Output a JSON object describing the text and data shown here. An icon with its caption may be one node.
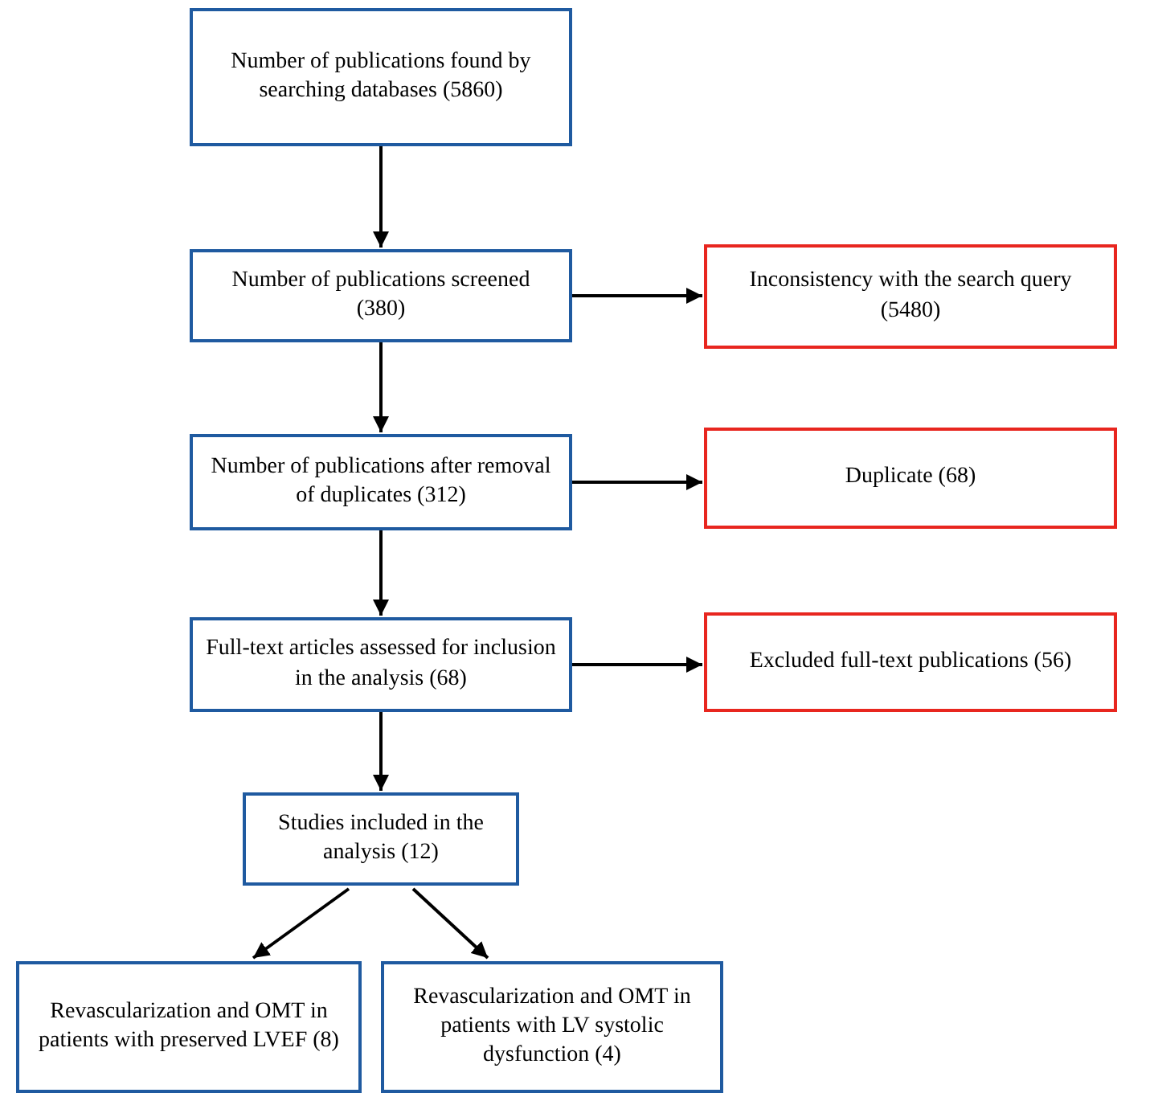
{
  "diagram": {
    "nodes": [
      {
        "text": [
          "Number of publications found by searching databases (5860)"
        ]
      },
      {
        "text": [
          "Number of publications screened (380)"
        ]
      },
      {
        "text": [
          "Inconsistency with the search query (5480)"
        ]
      },
      {
        "text": [
          "Number of publications after removal of duplicates (312)"
        ]
      },
      {
        "text": [
          "Duplicate (68)"
        ]
      },
      {
        "text": [
          "Full-text articles assessed for inclusion in the analysis (68)"
        ]
      },
      {
        "text": [
          "Excluded full-text publications (56)"
        ]
      },
      {
        "text": [
          "Studies included in the analysis (12)"
        ]
      },
      {
        "text": [
          "Revascularization and OMT in patients with preserved LVEF (8)"
        ]
      },
      {
        "text": [
          "Revascularization and OMT in patients with LV systolic dysfunction (4)"
        ]
      }
    ],
    "edges": [
      {
        "from": 0,
        "to": 1,
        "arrow": "to"
      },
      {
        "from": 1,
        "to": 2,
        "arrow": "to"
      },
      {
        "from": 1,
        "to": 3,
        "arrow": "to"
      },
      {
        "from": 3,
        "to": 4,
        "arrow": "to"
      },
      {
        "from": 3,
        "to": 5,
        "arrow": "to"
      },
      {
        "from": 5,
        "to": 6,
        "arrow": "to"
      },
      {
        "from": 5,
        "to": 7,
        "arrow": "to"
      },
      {
        "from": 7,
        "to": 8,
        "arrow": "to"
      },
      {
        "from": 7,
        "to": 9,
        "arrow": "to"
      }
    ]
  }
}
